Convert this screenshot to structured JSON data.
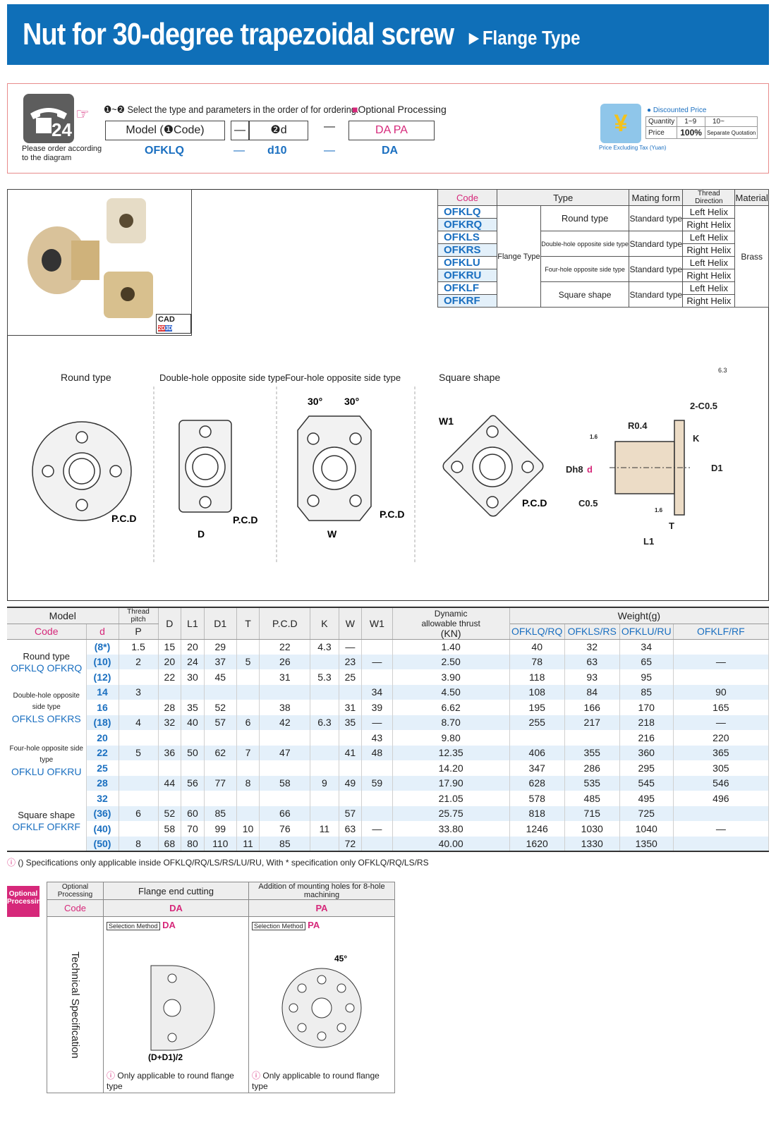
{
  "header": {
    "title": "Nut for 30-degree trapezoidal screw",
    "arrow": "►",
    "subtitle": "Flange Type"
  },
  "order": {
    "badge": "24",
    "please_order": [
      "Please order according",
      "to the diagram"
    ],
    "instructions": "❶~❷ Select the type and parameters in the order of for ordering.",
    "optional_label": "Optional Processing",
    "fields": [
      "Model (❶Code)",
      "❷d",
      "DA PA"
    ],
    "sep": "—",
    "example": [
      "OFKLQ",
      "d10",
      "DA"
    ],
    "price": {
      "discount": "Discounted Price",
      "qty_label": "Quantity",
      "qty": [
        "1~9",
        "10~"
      ],
      "price_label": "Price",
      "price": [
        "100%",
        "Separate Quotation"
      ],
      "tax": "Price Excluding Tax (Yuan)",
      "yen": "¥"
    }
  },
  "type_table": {
    "headers": [
      "Code",
      "Type",
      "Mating form",
      "Thread Direction",
      "Material"
    ],
    "codes": [
      "OFKLQ",
      "OFKRQ",
      "OFKLS",
      "OFKRS",
      "OFKLU",
      "OFKRU",
      "OFKLF",
      "OFKRF"
    ],
    "type": "Flange Type",
    "subtypes": [
      "Round type",
      "Double-hole opposite side type",
      "Four-hole opposite side type",
      "Square shape"
    ],
    "mating": "Standard type",
    "dirs": [
      "Left Helix",
      "Right Helix"
    ],
    "material": "Brass"
  },
  "drawings": {
    "cad": "CAD",
    "cad2": "2D",
    "cad3": "3D",
    "labels": [
      "Round type",
      "Double-hole opposite side type",
      "Four-hole opposite side type",
      "Square shape"
    ],
    "dims": {
      "pcd": "P.C.D",
      "d": "D",
      "w": "W",
      "w1": "W1",
      "a30": "30°",
      "r": "R0.4",
      "c2": "2-C0.5",
      "c05": "C0.5",
      "k": "K",
      "t": "T",
      "l1": "L1",
      "d1": "D1",
      "dh8": "Dh8",
      "dd": "d",
      "rough": "6.3",
      "r16": "1.6"
    }
  },
  "spec": {
    "h_model": "Model",
    "h_code": "Code",
    "h_d": "d",
    "h_pitch_top": "Thread pitch",
    "h_p": "P",
    "cols": [
      "D",
      "L1",
      "D1",
      "T",
      "P.C.D",
      "K",
      "W",
      "W1"
    ],
    "h_dyn": [
      "Dynamic",
      "allowable thrust",
      "(KN)"
    ],
    "h_weight": "Weight(g)",
    "weight_cols": [
      "OFKLQ/RQ",
      "OFKLS/RS",
      "OFKLU/RU",
      "OFKLF/RF"
    ],
    "groups": [
      {
        "name": "Round type",
        "codes": "OFKLQ  OFKRQ"
      },
      {
        "name": "Double-hole opposite side type",
        "codes": "OFKLS  OFKRS"
      },
      {
        "name": "Four-hole opposite side type",
        "codes": "OFKLU  OFKRU"
      },
      {
        "name": "Square shape",
        "codes": "OFKLF  OFKRF"
      }
    ],
    "rows": [
      [
        "(8*)",
        "1.5",
        "15",
        "20",
        "29",
        "",
        "22",
        "4.3",
        "—",
        "",
        "1.40",
        "40",
        "32",
        "34",
        ""
      ],
      [
        "(10)",
        "2",
        "20",
        "24",
        "37",
        "5",
        "26",
        "",
        "23",
        "—",
        "2.50",
        "78",
        "63",
        "65",
        "—"
      ],
      [
        "(12)",
        "",
        "22",
        "30",
        "45",
        "",
        "31",
        "5.3",
        "25",
        "",
        "3.90",
        "118",
        "93",
        "95",
        ""
      ],
      [
        "14",
        "3",
        "",
        "",
        "",
        "",
        "",
        "",
        "",
        "34",
        "4.50",
        "108",
        "84",
        "85",
        "90"
      ],
      [
        "16",
        "",
        "28",
        "35",
        "52",
        "",
        "38",
        "",
        "31",
        "39",
        "6.62",
        "195",
        "166",
        "170",
        "165"
      ],
      [
        "(18)",
        "4",
        "32",
        "40",
        "57",
        "6",
        "42",
        "6.3",
        "35",
        "—",
        "8.70",
        "255",
        "217",
        "218",
        "—"
      ],
      [
        "20",
        "",
        "",
        "",
        "",
        "",
        "",
        "",
        "",
        "43",
        "9.80",
        "",
        "",
        "216",
        "220"
      ],
      [
        "22",
        "5",
        "36",
        "50",
        "62",
        "7",
        "47",
        "",
        "41",
        "48",
        "12.35",
        "406",
        "355",
        "360",
        "365"
      ],
      [
        "25",
        "",
        "",
        "",
        "",
        "",
        "",
        "",
        "",
        "",
        "14.20",
        "347",
        "286",
        "295",
        "305"
      ],
      [
        "28",
        "",
        "44",
        "56",
        "77",
        "8",
        "58",
        "9",
        "49",
        "59",
        "17.90",
        "628",
        "535",
        "545",
        "546"
      ],
      [
        "32",
        "",
        "",
        "",
        "",
        "",
        "",
        "",
        "",
        "",
        "21.05",
        "578",
        "485",
        "495",
        "496"
      ],
      [
        "(36)",
        "6",
        "52",
        "60",
        "85",
        "",
        "66",
        "",
        "57",
        "",
        "25.75",
        "818",
        "715",
        "725",
        ""
      ],
      [
        "(40)",
        "",
        "58",
        "70",
        "99",
        "10",
        "76",
        "11",
        "63",
        "—",
        "33.80",
        "1246",
        "1030",
        "1040",
        "—"
      ],
      [
        "(50)",
        "8",
        "68",
        "80",
        "110",
        "11",
        "85",
        "",
        "72",
        "",
        "40.00",
        "1620",
        "1330",
        "1350",
        ""
      ]
    ],
    "note": "() Specifications only applicable inside OFKLQ/RQ/LS/RS/LU/RU, With * specification only OFKLQ/RQ/LS/RS"
  },
  "optional": {
    "badge": "Optional Processing",
    "h1": "Optional Processing",
    "h2": "Code",
    "c1": "Flange end cutting",
    "c2": "Addition of mounting holes for 8-hole machining",
    "code1": "DA",
    "code2": "PA",
    "sel": "Selection Method",
    "tech": "Technical Specification",
    "dim1": "(D+D1)/2",
    "ang": "45°",
    "foot1": "Only applicable to round flange type",
    "foot2": "Only applicable to round flange type"
  }
}
